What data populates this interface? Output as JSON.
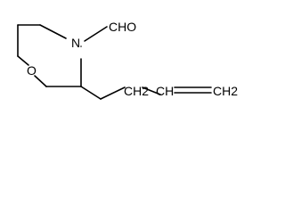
{
  "structure": {
    "atoms": {
      "nitrogen": "N",
      "oxygen": "O",
      "aldehyde": "CHO",
      "vinyl_terminal": "CH2",
      "vinyl_internal": "CH",
      "allyl_ch2": "CH2"
    }
  }
}
